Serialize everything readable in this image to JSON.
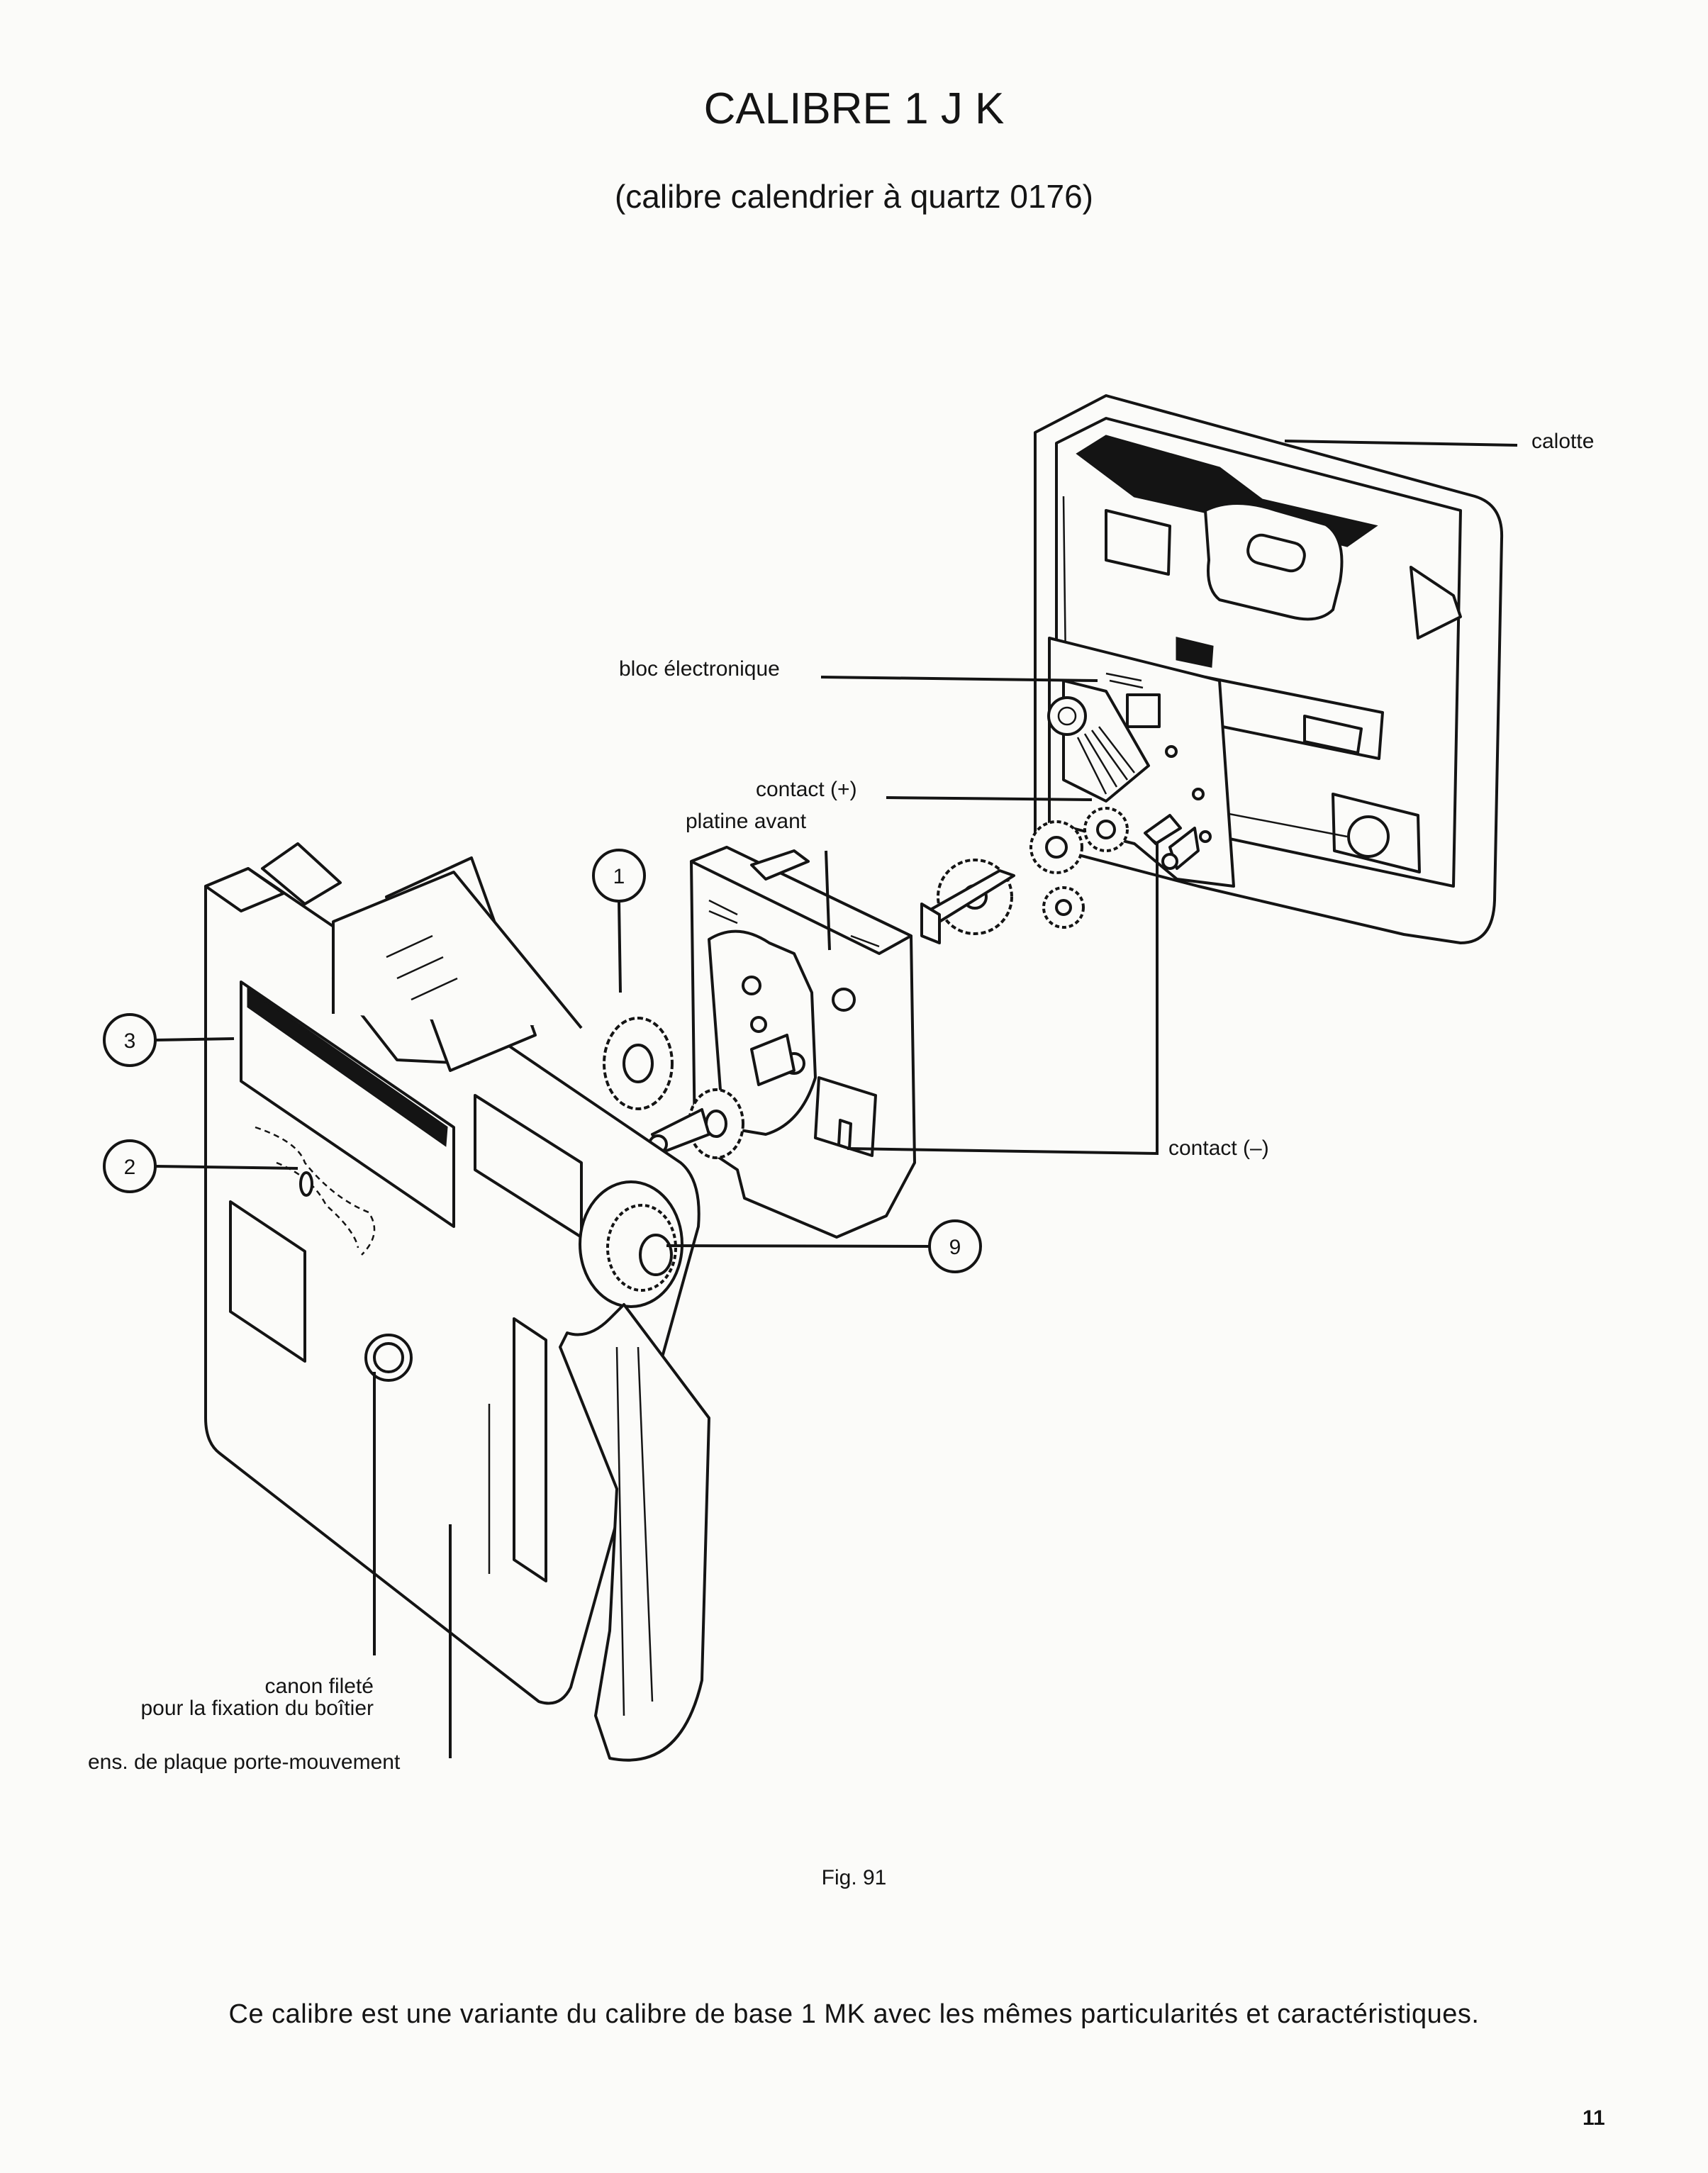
{
  "header": {
    "title": "CALIBRE 1 J K",
    "subtitle": "(calibre calendrier à quartz 0176)"
  },
  "diagram": {
    "labels": {
      "calotte": "calotte",
      "bloc_electronique": "bloc électronique",
      "contact_plus": "contact (+)",
      "platine_avant": "platine avant",
      "contact_minus": "contact (–)",
      "canon_line1": "canon fileté",
      "canon_line2": "pour la fixation du boîtier",
      "plaque": "ens. de plaque porte-mouvement"
    },
    "callouts": [
      "1",
      "2",
      "3",
      "9"
    ],
    "figure_label": "Fig. 91"
  },
  "caption": "Ce calibre est une variante du calibre de base 1 MK  avec les mêmes particularités et caractéristiques.",
  "page_number": "11"
}
